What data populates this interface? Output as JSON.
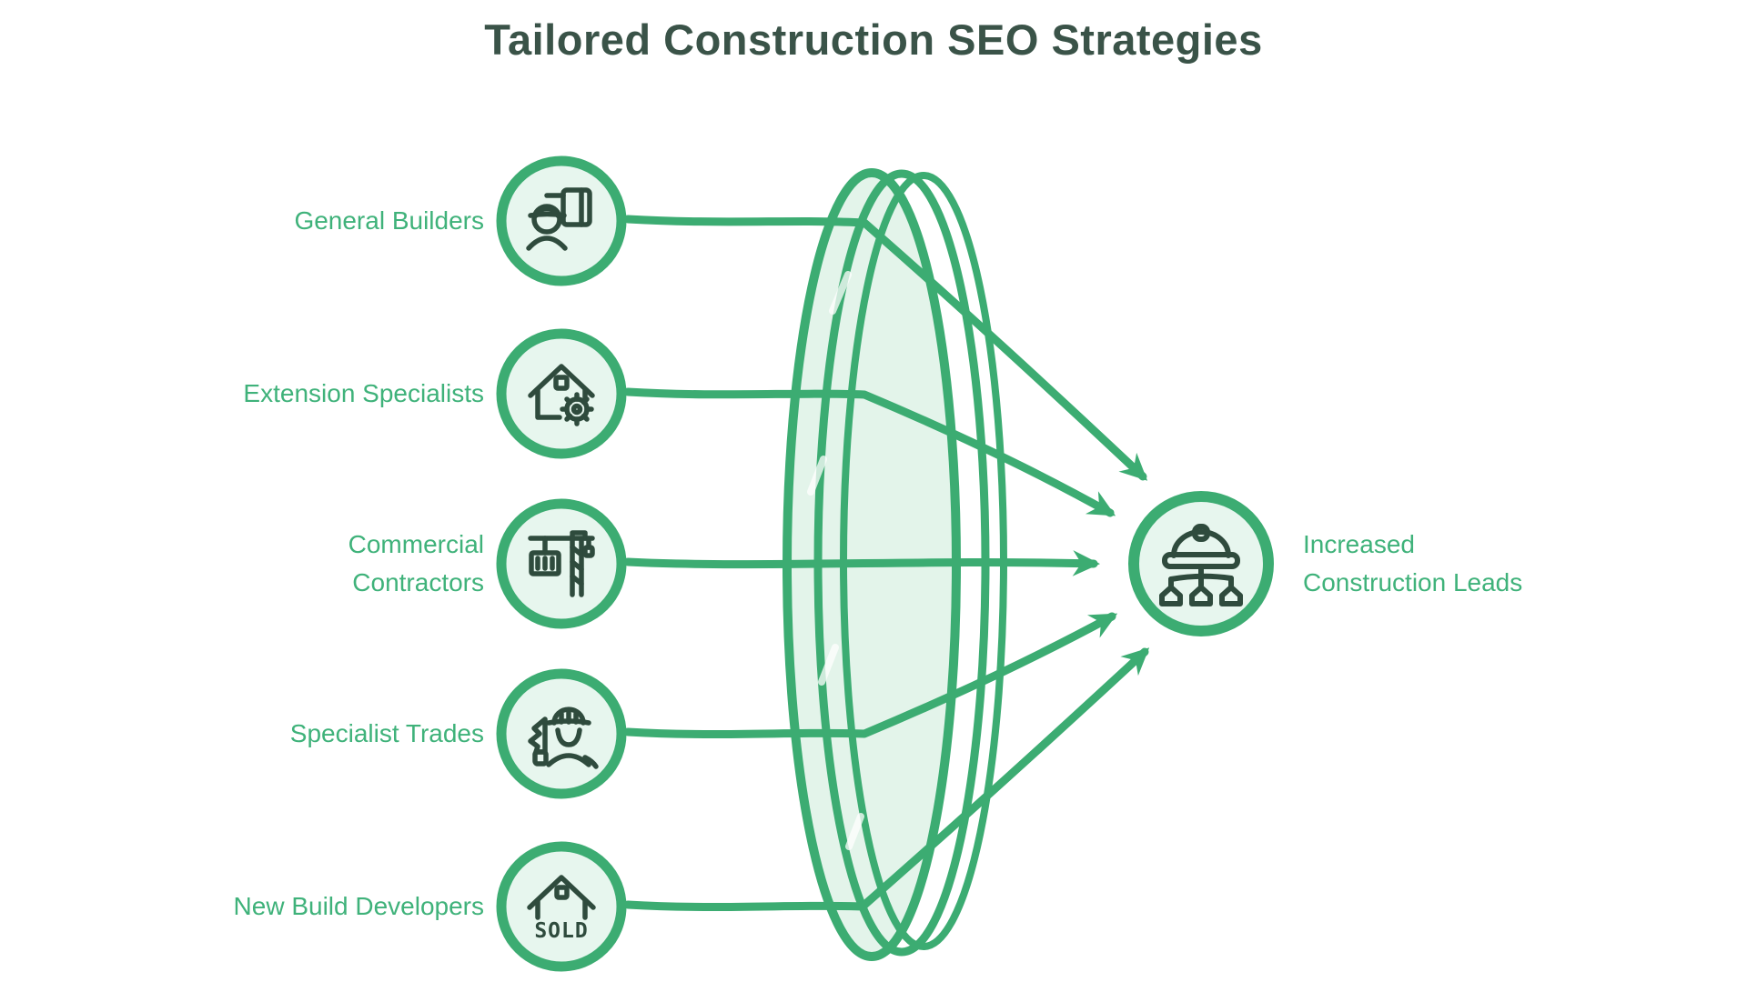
{
  "title": "Tailored Construction SEO Strategies",
  "colors": {
    "accent_green": "#3cac72",
    "label_green": "#3fb27a",
    "title_green": "#3a5348",
    "lens_fill": "#e3f4ea",
    "node_fill": "#e7f6ee",
    "icon_dark": "#2f4b3d"
  },
  "sources": [
    {
      "label": "General Builders",
      "icon": "builder-with-plans-icon"
    },
    {
      "label": "Extension Specialists",
      "icon": "house-gear-icon"
    },
    {
      "label": "Commercial\nContractors",
      "icon": "tower-crane-icon"
    },
    {
      "label": "Specialist Trades",
      "icon": "tradesperson-saw-icon"
    },
    {
      "label": "New Build Developers",
      "icon": "sold-house-icon",
      "icon_text": "SOLD"
    }
  ],
  "funnel": {
    "name": "seo-strategy-lens"
  },
  "result": {
    "label": "Increased\nConstruction Leads",
    "icon": "hard-hat-network-icon"
  }
}
